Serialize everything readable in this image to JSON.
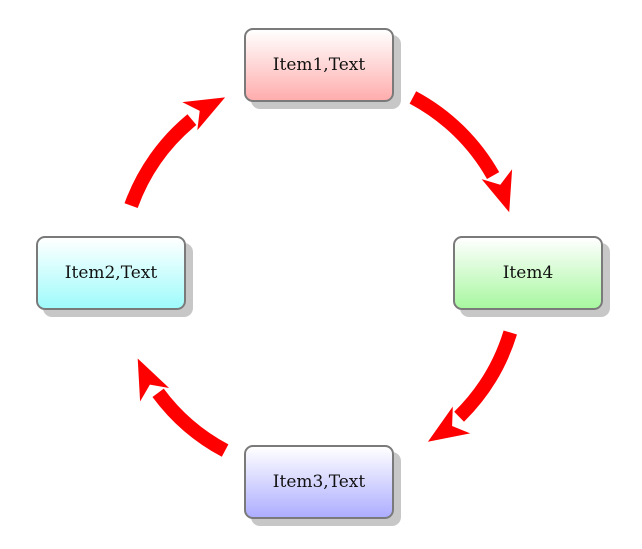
{
  "nodes": [
    {
      "id": "item1",
      "label": "Item1,Text",
      "gradient": [
        "#ffffff",
        "#ffadad"
      ]
    },
    {
      "id": "item4",
      "label": "Item4",
      "gradient": [
        "#ffffff",
        "#a8f7a0"
      ]
    },
    {
      "id": "item3",
      "label": "Item3,Text",
      "gradient": [
        "#ffffff",
        "#adadff"
      ]
    },
    {
      "id": "item2",
      "label": "Item2,Text",
      "gradient": [
        "#ffffff",
        "#9ffbfb"
      ]
    }
  ],
  "edges": [
    {
      "from": "Item1,Text",
      "to": "Item4"
    },
    {
      "from": "Item4",
      "to": "Item3,Text"
    },
    {
      "from": "Item3,Text",
      "to": "Item2,Text"
    },
    {
      "from": "Item2,Text",
      "to": "Item1,Text"
    }
  ],
  "colors": {
    "arrow": "#ff0000",
    "border": "#7a7a7a",
    "shadow": "rgba(0,0,0,0.22)"
  }
}
